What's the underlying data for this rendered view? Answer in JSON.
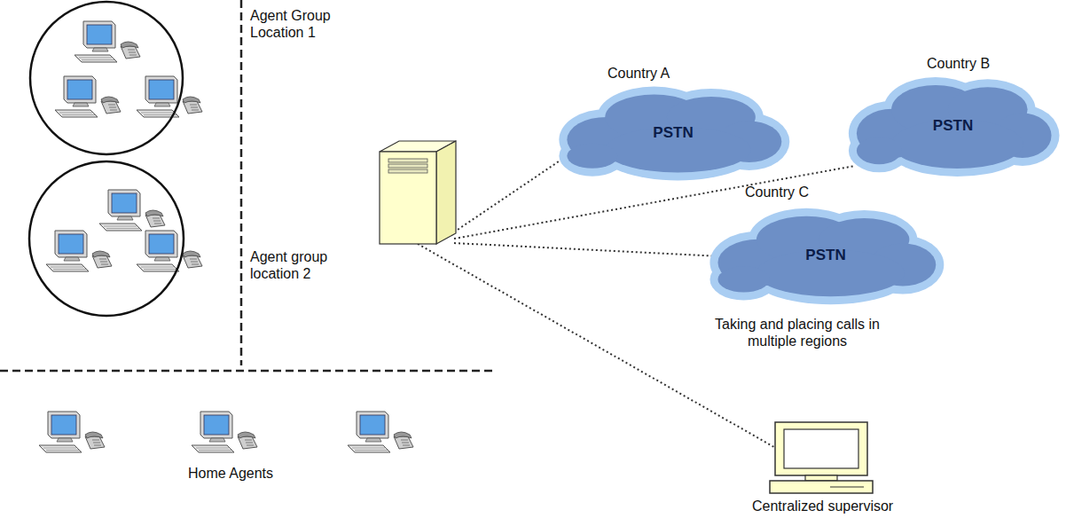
{
  "diagram": {
    "nodes": [
      {
        "text": [
          "Agent Group Location 1"
        ]
      },
      {
        "text": [
          "Agent group location 2"
        ]
      },
      {
        "text": []
      },
      {
        "text": [
          "Country A",
          "PSTN"
        ]
      },
      {
        "text": [
          "Country B",
          "PSTN"
        ]
      },
      {
        "text": [
          "Country C",
          "PSTN"
        ]
      },
      {
        "text": [
          "Centralized supervisor"
        ]
      }
    ],
    "edges": [
      {
        "from": 2,
        "to": 3,
        "arrow": "none"
      },
      {
        "from": 2,
        "to": 4,
        "arrow": "none"
      },
      {
        "from": 2,
        "to": 5,
        "arrow": "none"
      },
      {
        "from": 2,
        "to": 6,
        "arrow": "none"
      }
    ],
    "labels": [
      "Taking and placing calls in multiple regions",
      "Home Agents"
    ]
  }
}
